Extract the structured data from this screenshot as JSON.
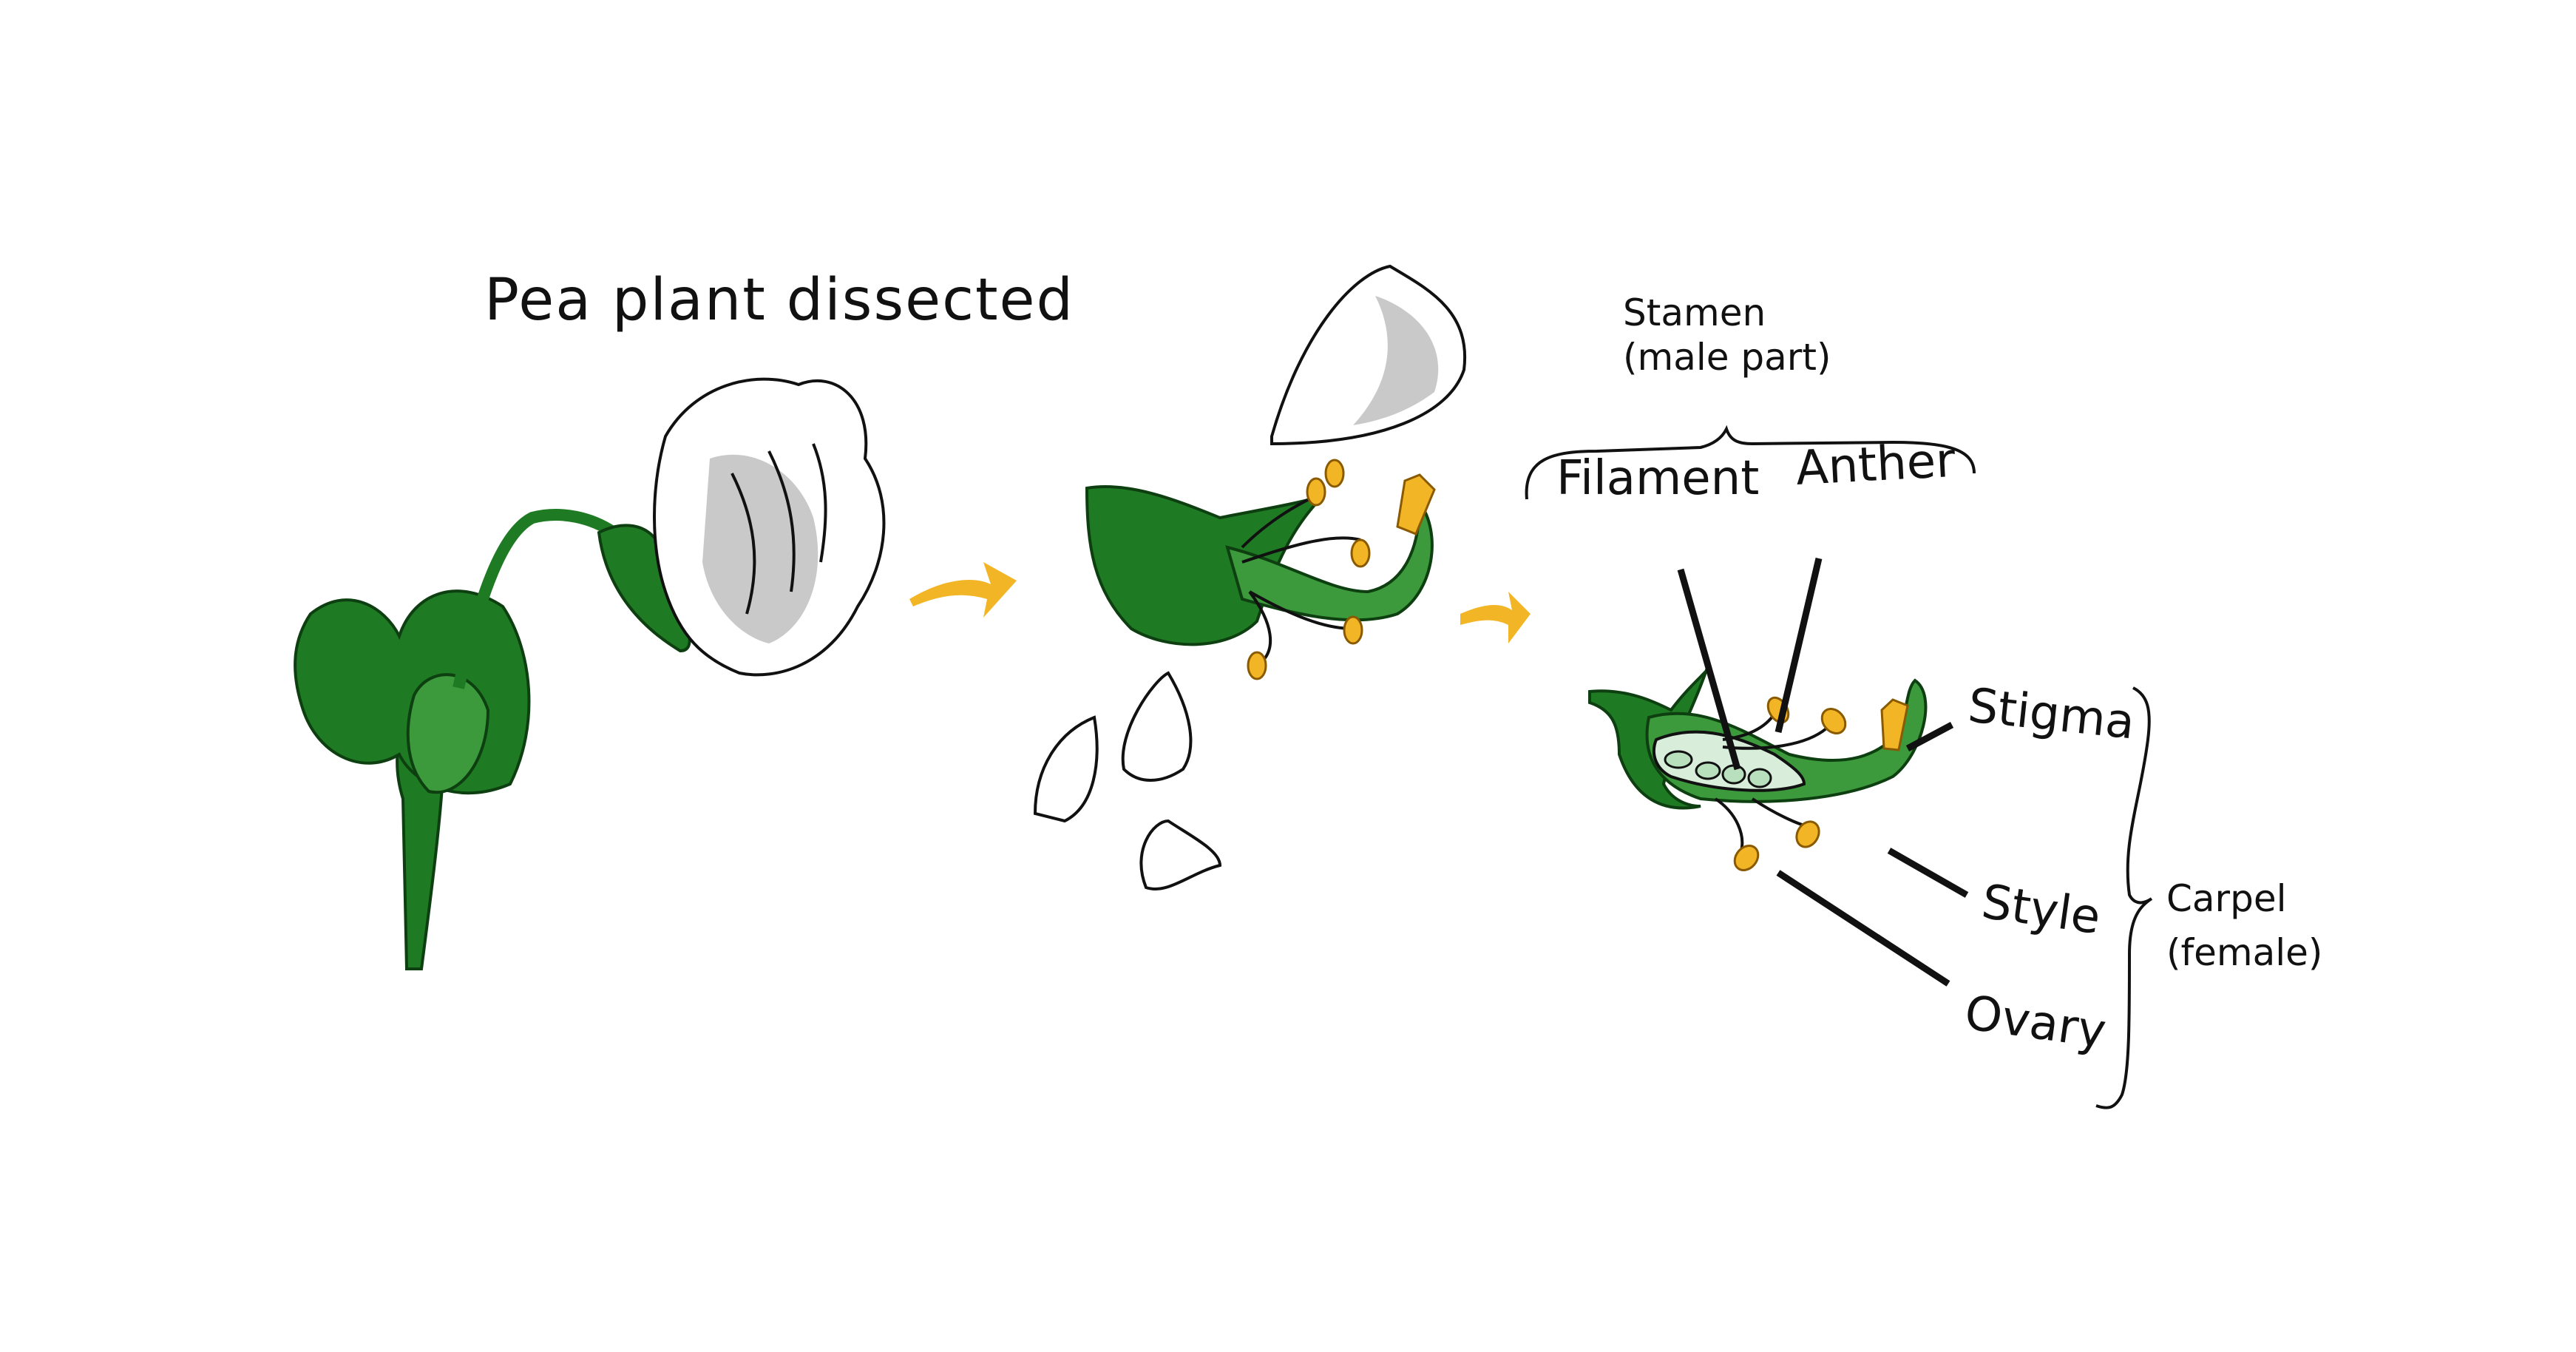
{
  "title": "Pea plant dissected",
  "labels": {
    "stamen": "Stamen",
    "stamen_sub": "(male part)",
    "filament": "Filament",
    "anther": "Anther",
    "stigma": "Stigma",
    "style": "Style",
    "ovary": "Ovary",
    "carpel": "Carpel",
    "carpel_sub": "(female)"
  },
  "colors": {
    "leaf": "#1f7a24",
    "anther": "#f2b526",
    "petal_shade": "#c9c9c9"
  }
}
